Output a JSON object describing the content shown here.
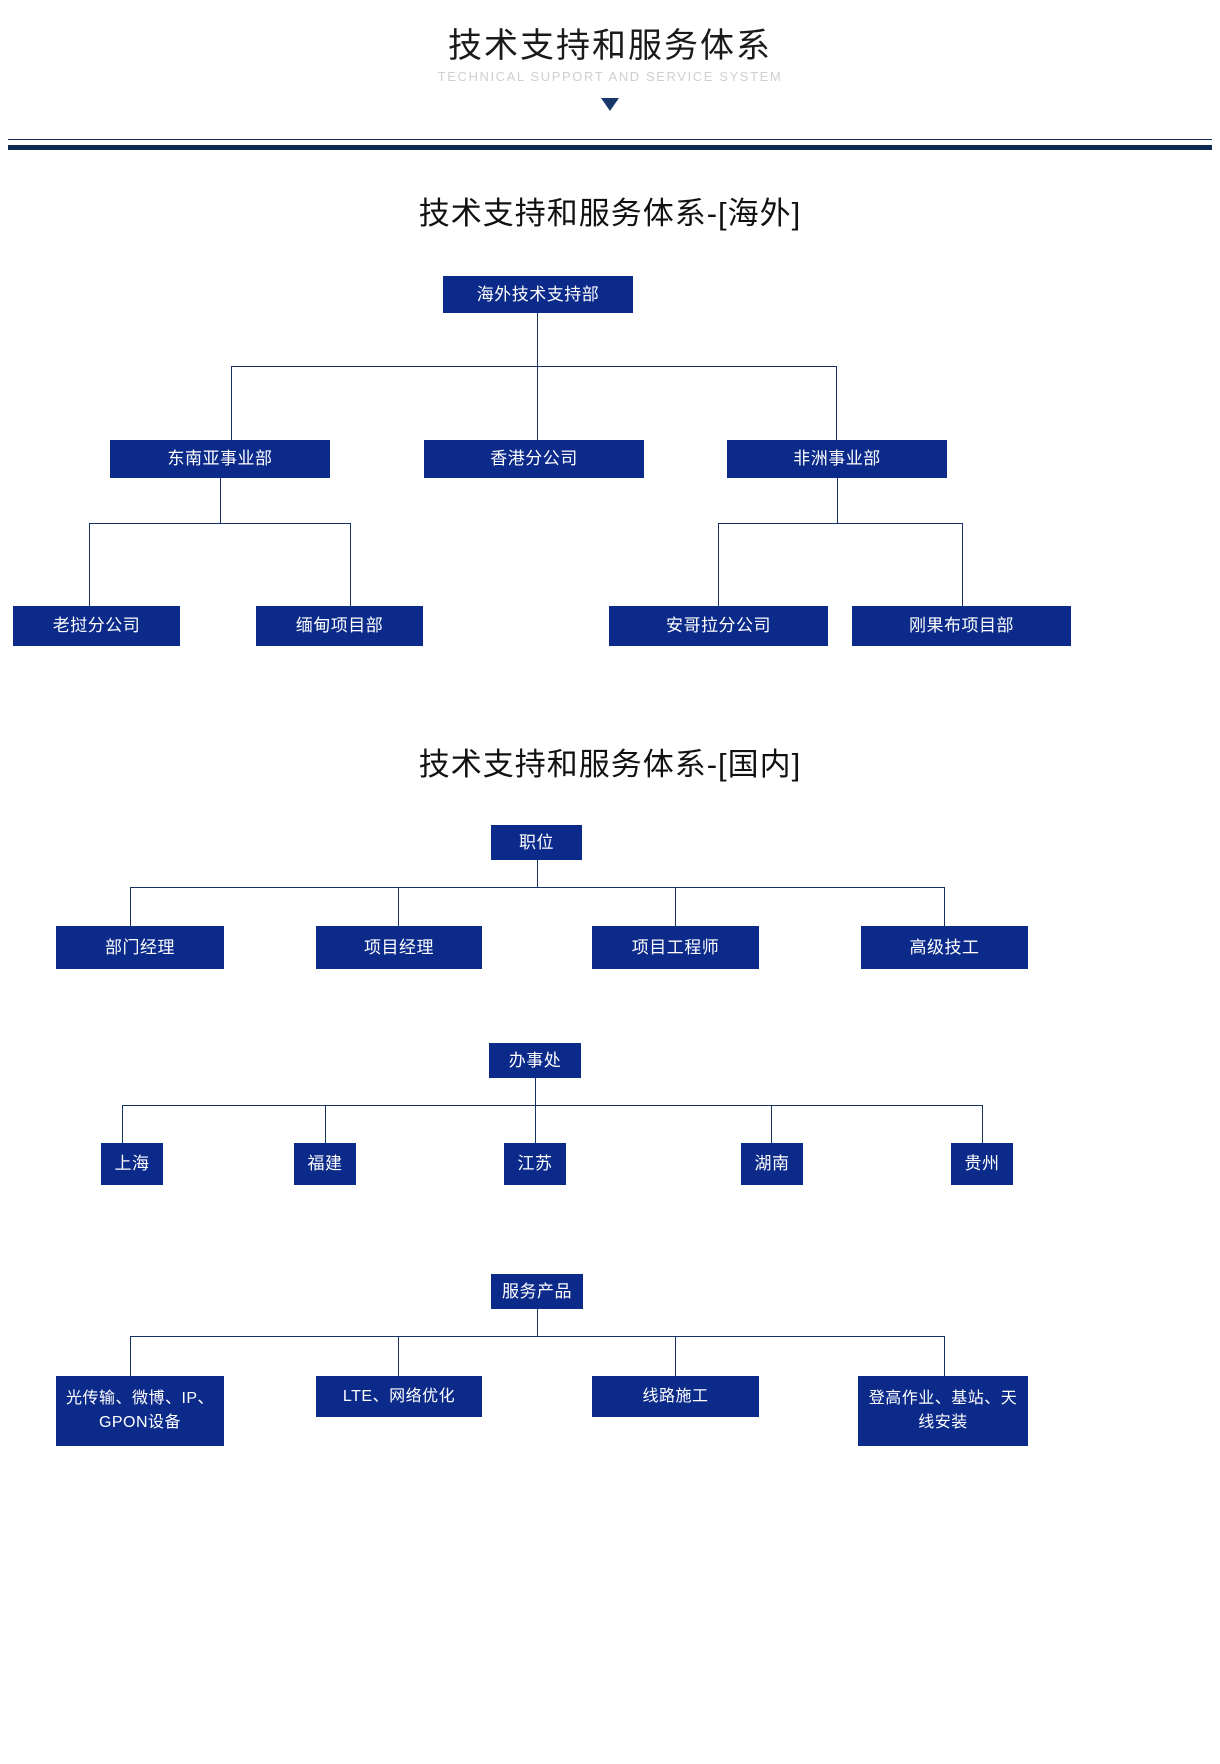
{
  "header": {
    "title": "技术支持和服务体系",
    "subtitle": "TECHNICAL SUPPORT AND SERVICE SYSTEM",
    "arrow_icon": "triangle-down-icon",
    "accent_color": "#0b2a8a",
    "rule_color": "#13325f"
  },
  "sections": [
    {
      "id": "overseas",
      "title": "技术支持和服务体系-[海外]",
      "root": "海外技术支持部",
      "level2": [
        "东南亚事业部",
        "香港分公司",
        "非洲事业部"
      ],
      "level3": [
        "老挝分公司",
        "缅甸项目部",
        "安哥拉分公司",
        "刚果布项目部"
      ]
    },
    {
      "id": "domestic",
      "title": "技术支持和服务体系-[国内]",
      "groups": [
        {
          "root": "职位",
          "children": [
            "部门经理",
            "项目经理",
            "项目工程师",
            "高级技工"
          ]
        },
        {
          "root": "办事处",
          "children": [
            "上海",
            "福建",
            "江苏",
            "湖南",
            "贵州"
          ]
        },
        {
          "root": "服务产品",
          "children": [
            "光传输、微博、IP、GPON设备",
            "LTE、网络优化",
            "线路施工",
            "登高作业、基站、天线安装"
          ]
        }
      ]
    }
  ],
  "chart_data": {
    "type": "diagram",
    "title": "技术支持和服务体系",
    "subtitle": "TECHNICAL SUPPORT AND SERVICE SYSTEM",
    "node_fill": "#0b2a8a",
    "node_text_color": "#ffffff",
    "connector_color": "#13325f",
    "trees": [
      {
        "name": "技术支持和服务体系-[海外]",
        "nodes": [
          {
            "id": "n0",
            "label": "海外技术支持部",
            "level": 0,
            "parent": null
          },
          {
            "id": "n1",
            "label": "东南亚事业部",
            "level": 1,
            "parent": "n0"
          },
          {
            "id": "n2",
            "label": "香港分公司",
            "level": 1,
            "parent": "n0"
          },
          {
            "id": "n3",
            "label": "非洲事业部",
            "level": 1,
            "parent": "n0"
          },
          {
            "id": "n4",
            "label": "老挝分公司",
            "level": 2,
            "parent": "n1"
          },
          {
            "id": "n5",
            "label": "缅甸项目部",
            "level": 2,
            "parent": "n1"
          },
          {
            "id": "n6",
            "label": "安哥拉分公司",
            "level": 2,
            "parent": "n3"
          },
          {
            "id": "n7",
            "label": "刚果布项目部",
            "level": 2,
            "parent": "n3"
          }
        ]
      },
      {
        "name": "技术支持和服务体系-[国内]",
        "nodes": [
          {
            "id": "p0",
            "label": "职位",
            "level": 0,
            "parent": null
          },
          {
            "id": "p1",
            "label": "部门经理",
            "level": 1,
            "parent": "p0"
          },
          {
            "id": "p2",
            "label": "项目经理",
            "level": 1,
            "parent": "p0"
          },
          {
            "id": "p3",
            "label": "项目工程师",
            "level": 1,
            "parent": "p0"
          },
          {
            "id": "p4",
            "label": "高级技工",
            "level": 1,
            "parent": "p0"
          },
          {
            "id": "o0",
            "label": "办事处",
            "level": 0,
            "parent": null
          },
          {
            "id": "o1",
            "label": "上海",
            "level": 1,
            "parent": "o0"
          },
          {
            "id": "o2",
            "label": "福建",
            "level": 1,
            "parent": "o0"
          },
          {
            "id": "o3",
            "label": "江苏",
            "level": 1,
            "parent": "o0"
          },
          {
            "id": "o4",
            "label": "湖南",
            "level": 1,
            "parent": "o0"
          },
          {
            "id": "o5",
            "label": "贵州",
            "level": 1,
            "parent": "o0"
          },
          {
            "id": "s0",
            "label": "服务产品",
            "level": 0,
            "parent": null
          },
          {
            "id": "s1",
            "label": "光传输、微博、IP、GPON设备",
            "level": 1,
            "parent": "s0"
          },
          {
            "id": "s2",
            "label": "LTE、网络优化",
            "level": 1,
            "parent": "s0"
          },
          {
            "id": "s3",
            "label": "线路施工",
            "level": 1,
            "parent": "s0"
          },
          {
            "id": "s4",
            "label": "登高作业、基站、天线安装",
            "level": 1,
            "parent": "s0"
          }
        ]
      }
    ]
  }
}
